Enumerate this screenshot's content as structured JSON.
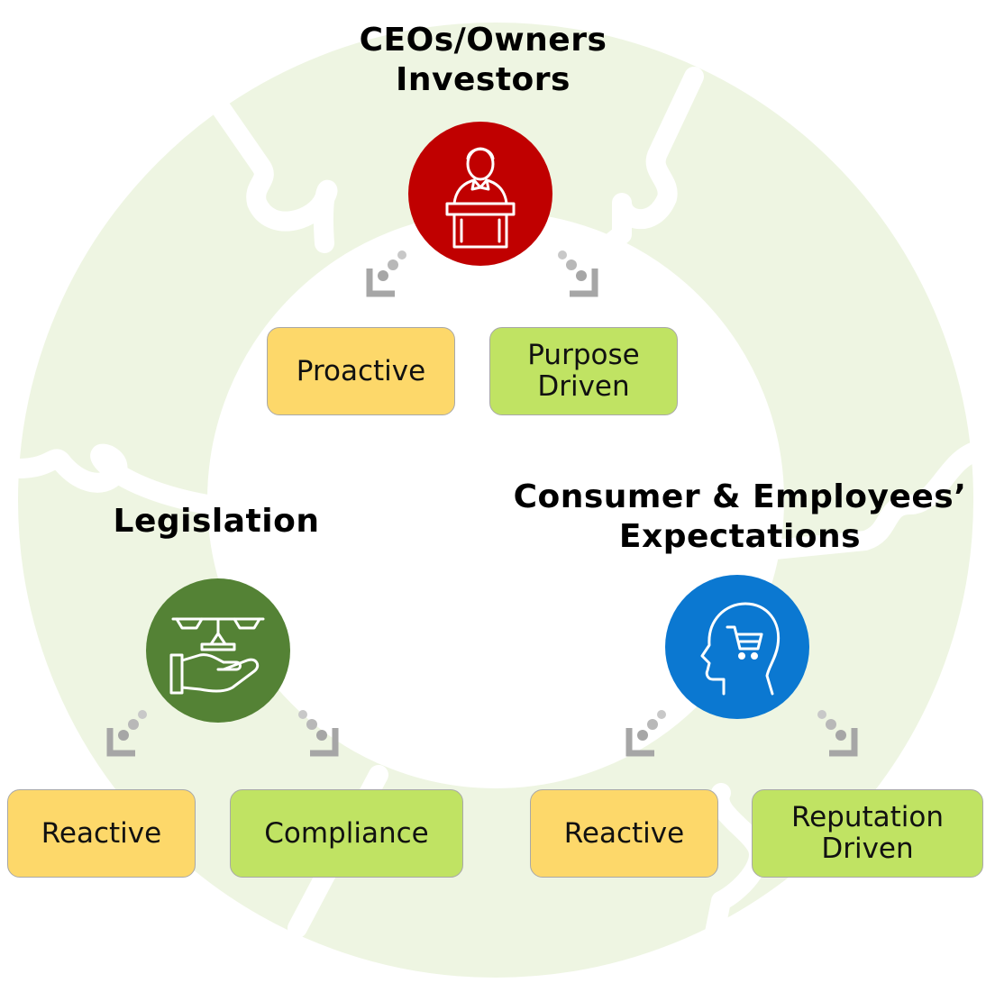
{
  "colors": {
    "ring": "#eef5e2",
    "ring_seam": "#ffffff",
    "red_circle": "#c00000",
    "green_circle": "#548235",
    "blue_circle": "#0b78d1",
    "yellow_box": "#fdd86a",
    "green_box": "#c0e363",
    "connector": "#a6a6a6"
  },
  "top": {
    "title_line1": "CEOs/Owners",
    "title_line2": "Investors",
    "icon": "speaker-at-podium-icon",
    "left_box": "Proactive",
    "right_box_line1": "Purpose",
    "right_box_line2": "Driven"
  },
  "left": {
    "title": "Legislation",
    "icon": "scales-on-hand-icon",
    "left_box": "Reactive",
    "right_box": "Compliance"
  },
  "right": {
    "title_line1": "Consumer & Employees’",
    "title_line2": "Expectations",
    "icon": "head-with-shopping-cart-icon",
    "left_box": "Reactive",
    "right_box_line1": "Reputation",
    "right_box_line2": "Driven"
  }
}
